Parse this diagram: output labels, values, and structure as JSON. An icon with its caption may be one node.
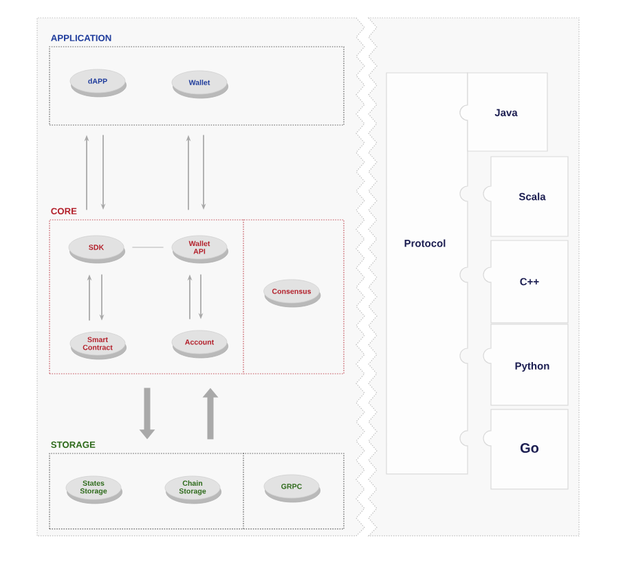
{
  "diagram": {
    "nodes": [
      {
        "text": [
          "APPLICATION"
        ]
      },
      {
        "text": [
          "dAPP"
        ],
        "in": 0
      },
      {
        "text": [
          "Wallet"
        ],
        "in": 0
      },
      {
        "text": [
          "CORE"
        ]
      },
      {
        "text": [
          "SDK"
        ],
        "in": 3
      },
      {
        "text": [
          "Wallet API"
        ],
        "in": 3
      },
      {
        "text": [
          "Smart Contract"
        ],
        "in": 3
      },
      {
        "text": [
          "Account"
        ],
        "in": 3
      },
      {
        "text": [
          "Consensus"
        ],
        "in": 3
      },
      {
        "text": [
          "STORAGE"
        ]
      },
      {
        "text": [
          "States Storage"
        ],
        "in": 9
      },
      {
        "text": [
          "Chain Storage"
        ],
        "in": 9
      },
      {
        "text": [
          "GRPC"
        ],
        "in": 9
      },
      {
        "text": [
          "Protocol"
        ]
      },
      {
        "text": [
          "Java"
        ]
      },
      {
        "text": [
          "Scala"
        ]
      },
      {
        "text": [
          "C++"
        ]
      },
      {
        "text": [
          "Python"
        ]
      },
      {
        "text": [
          "Go"
        ]
      }
    ],
    "edges": [
      {
        "from": 3,
        "to": 0,
        "arrow": "to"
      },
      {
        "from": 0,
        "to": 3,
        "arrow": "to"
      },
      {
        "from": 3,
        "to": 0,
        "arrow": "to"
      },
      {
        "from": 0,
        "to": 3,
        "arrow": "to"
      },
      {
        "from": 4,
        "to": 5,
        "arrow": "none",
        "color": "#d6d6d6"
      },
      {
        "from": 6,
        "to": 4,
        "arrow": "to"
      },
      {
        "from": 4,
        "to": 6,
        "arrow": "to"
      },
      {
        "from": 7,
        "to": 5,
        "arrow": "to"
      },
      {
        "from": 5,
        "to": 7,
        "arrow": "to"
      },
      {
        "from": 3,
        "to": 9,
        "arrow": "to",
        "style": "thick"
      },
      {
        "from": 9,
        "to": 3,
        "arrow": "to",
        "style": "thick"
      }
    ]
  }
}
